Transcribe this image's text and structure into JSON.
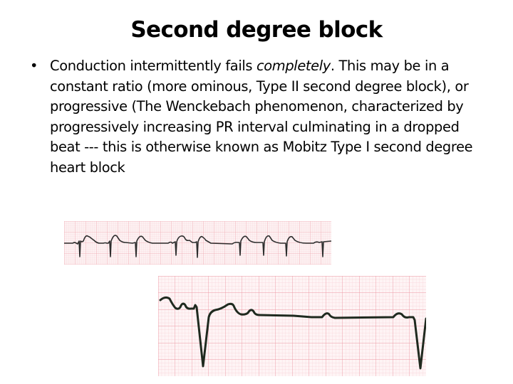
{
  "slide": {
    "title": "Second degree block",
    "bullets": [
      {
        "marker": "•",
        "text_before": "Conduction intermittently fails ",
        "emphasis": "completely",
        "text_after": ". This may be in a constant ratio (more ominous, Type II second degree block), or progressive (The Wenckebach phenomenon, characterized by progressively increasing PR interval culminating in a dropped beat --- this is otherwise known as Mobitz Type I second degree heart block"
      }
    ]
  },
  "figures": {
    "ecg_strip_1": {
      "description": "ECG rhythm strip showing regular QRS complexes with a dropped beat (Mobitz pattern)",
      "grid_color": "#f2b8bf",
      "trace_color": "#2a2a2a"
    },
    "ecg_strip_2": {
      "description": "Enlarged ECG strip showing P waves without conducted QRS (dropped beat)",
      "grid_color": "#f2a6ae",
      "trace_color": "#1f2a1f"
    }
  }
}
